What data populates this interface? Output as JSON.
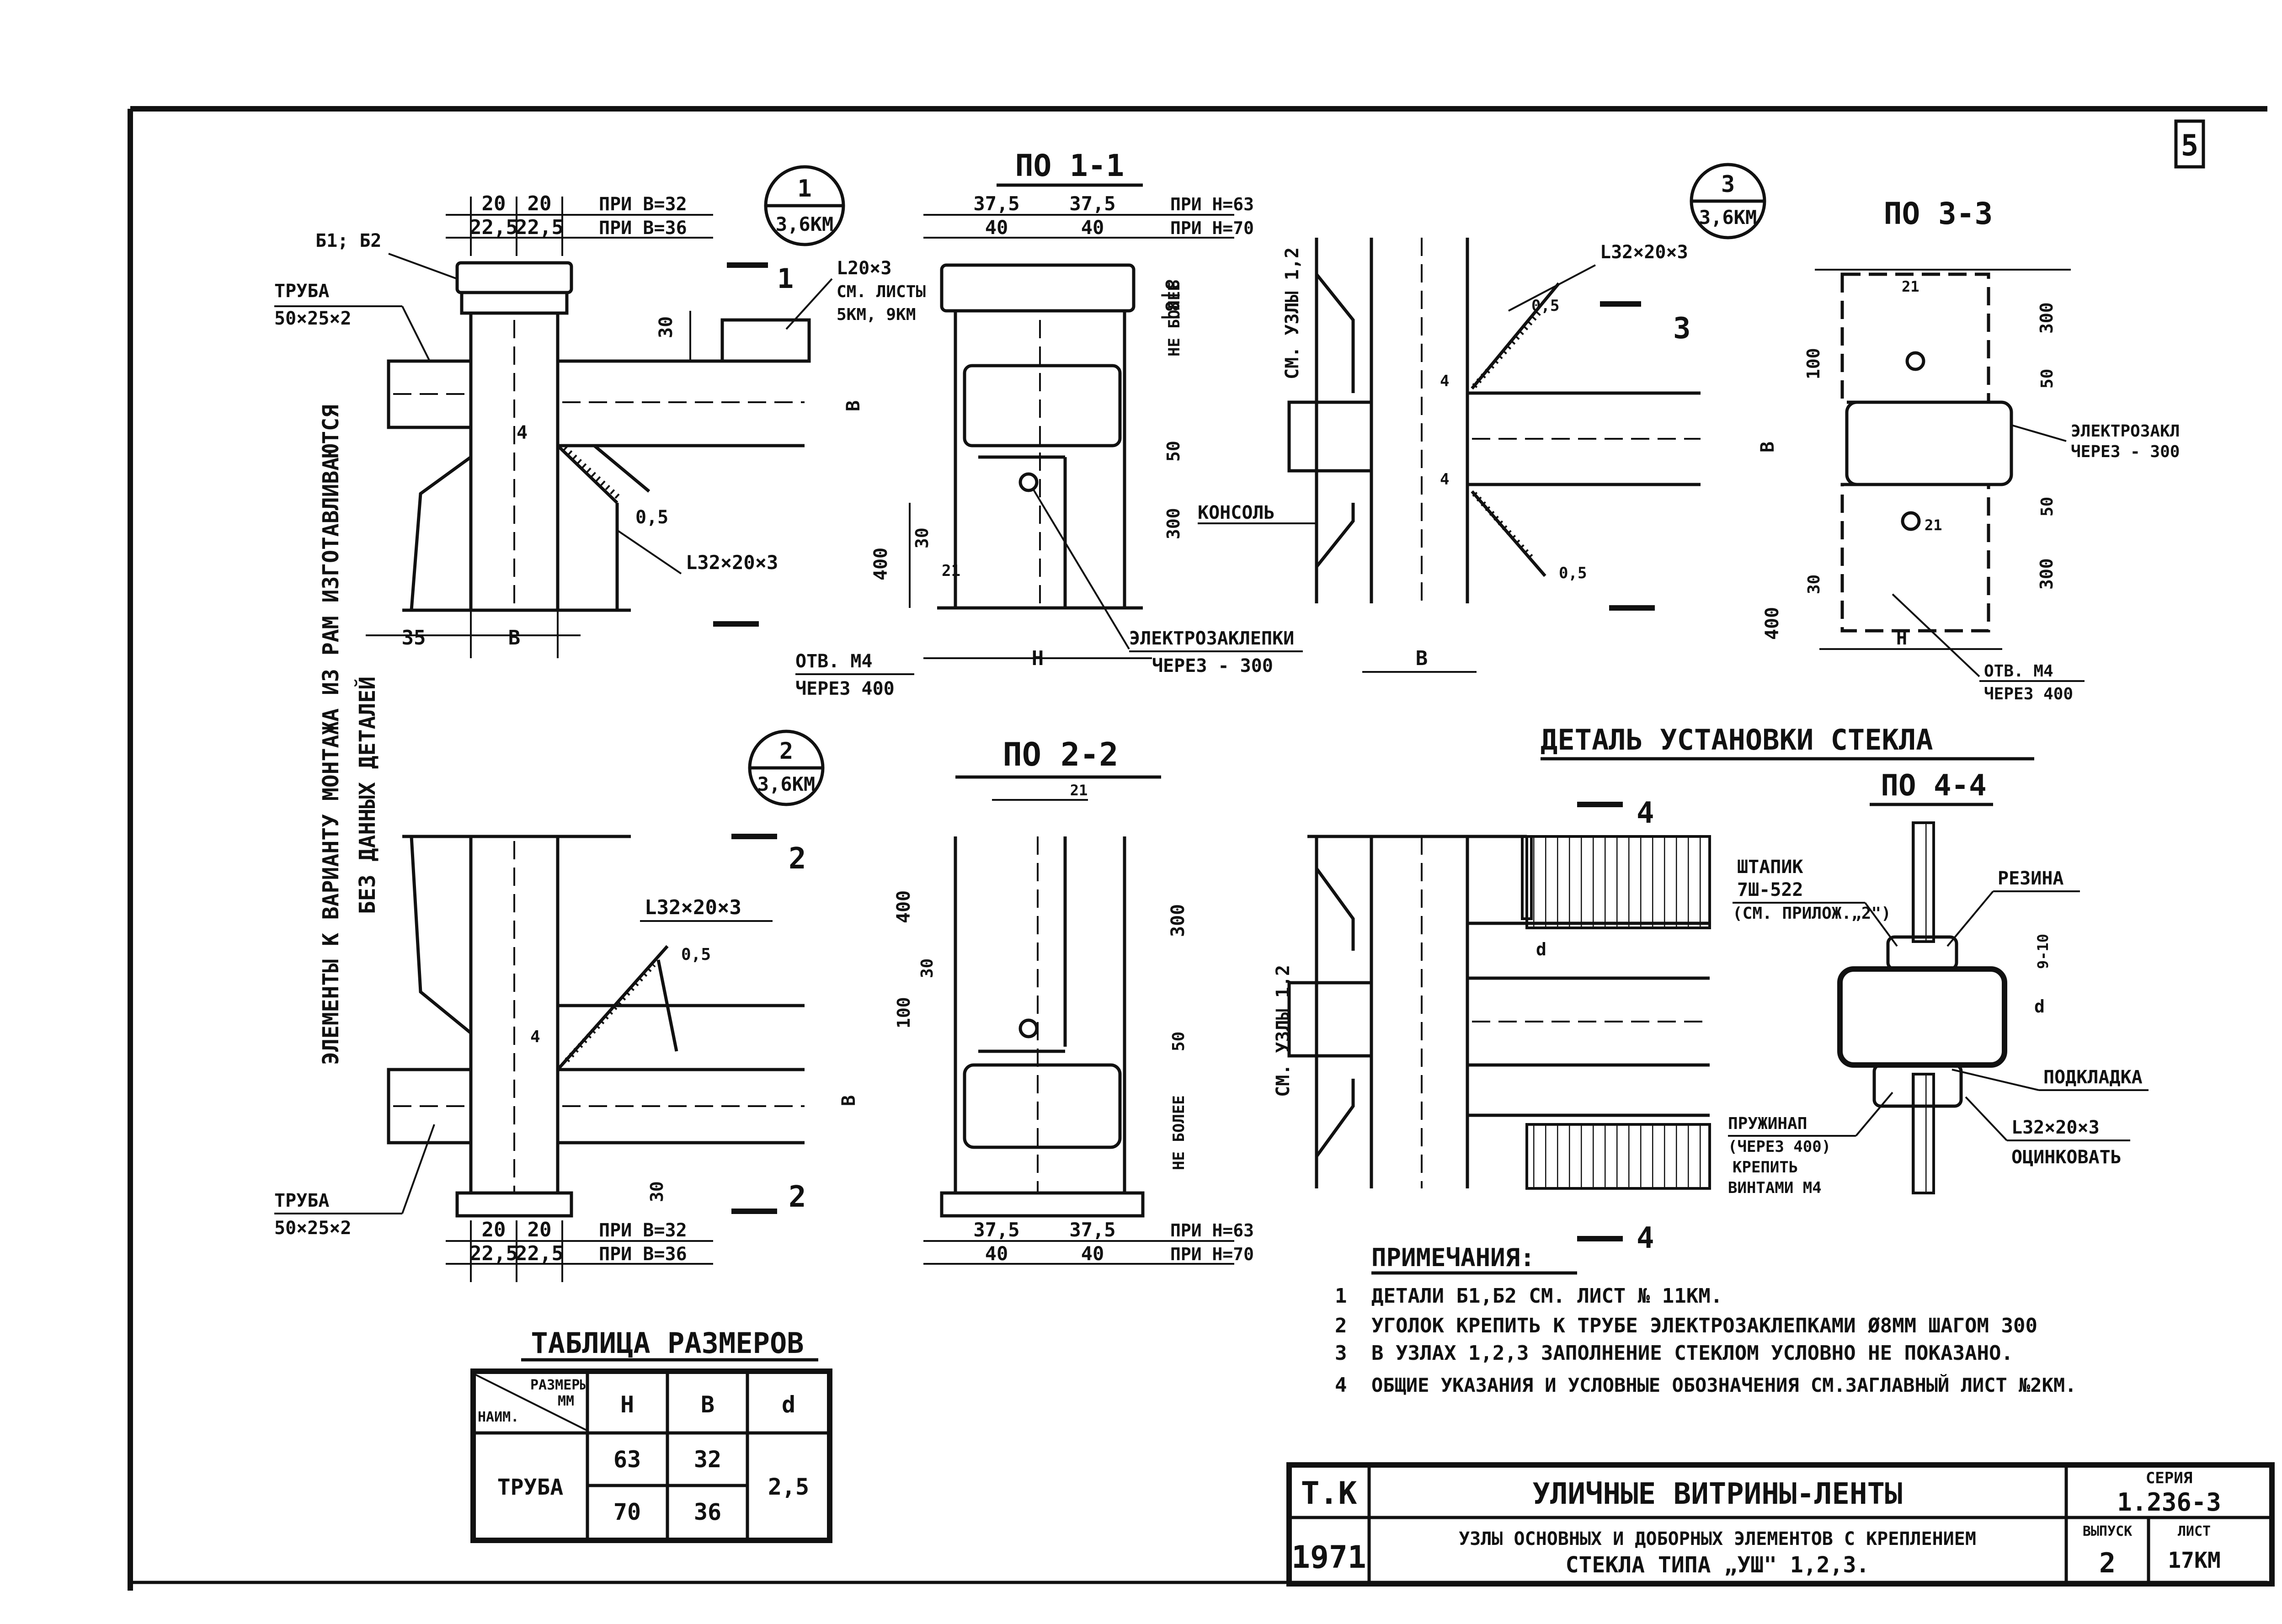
{
  "sheet": {
    "page_number": "5",
    "vertical_note": "ЭЛЕМЕНТЫ К ВАРИАНТУ МОНТАЖА ИЗ РАМ ИЗГОТАВЛИВАЮТСЯ",
    "vertical_note2": "БЕЗ ДАННЫХ ДЕТАЛЕЙ"
  },
  "node1": {
    "mark_num": "1",
    "mark_sheet": "3,6КМ",
    "dim_top_a": "20",
    "dim_top_b": "20",
    "dim_top_cond1": "ПРИ В=32",
    "dim_bot_a": "22,5",
    "dim_bot_b": "22,5",
    "dim_bot_cond1": "ПРИ В=36",
    "label_b1b2": "Б1; Б2",
    "pipe_label": "ТРУБА",
    "pipe_size": "50×25×2",
    "angle_top": "L20×3",
    "angle_top_ref1": "СМ. ЛИСТЫ",
    "angle_top_ref2": "5КМ, 9КМ",
    "dim_30": "30",
    "dim_b": "В",
    "weld_4": "4",
    "weld_05": "0,5",
    "angle_bottom": "L32×20×3",
    "dim_35": "35",
    "dim_b2": "В",
    "section_tag": "1"
  },
  "section11": {
    "title": "ПО 1-1",
    "dim_a1": "37,5",
    "dim_a2": "37,5",
    "dim_cond1": "ПРИ Н=63",
    "dim_b1": "40",
    "dim_b2": "40",
    "dim_cond2": "ПРИ Н=70",
    "dim_181": "8|8|",
    "dim_b": "В",
    "not_more": "НЕ БОЛЕЕ",
    "dim_50": "50",
    "dim_300": "300",
    "dim_30": "30",
    "dim_400": "400",
    "dim_21": "21",
    "dim_h": "Н",
    "hole_label": "ОТВ. М4",
    "hole_step": "ЧЕРЕЗ 400",
    "rivet_label": "ЭЛЕКТРОЗАКЛЕПКИ",
    "rivet_step": "ЧЕРЕЗ - 300"
  },
  "node3": {
    "mark_num": "3",
    "mark_sheet": "3,6КМ",
    "angle": "L32×20×3",
    "weld_05": "0,5",
    "see_nodes": "СМ. УЗЛЫ 1,2",
    "console": "КОНСОЛЬ",
    "weld_4": "4",
    "weld_4b": "4",
    "weld_05b": "0,5",
    "dim_b": "В",
    "section_tag": "3"
  },
  "section33": {
    "title": "ПО 3-3",
    "dim_21a": "21",
    "dim_21b": "21",
    "dim_300a": "300",
    "dim_100": "100",
    "dim_50a": "50",
    "dim_b": "В",
    "dim_50b": "50",
    "dim_30": "30",
    "dim_300b": "300",
    "dim_400": "400",
    "dim_h": "Н",
    "rivet_label": "ЭЛЕКТРОЗАКЛ",
    "rivet_step": "ЧЕРЕЗ - 300",
    "hole_label": "ОТВ. М4",
    "hole_step": "ЧЕРЕЗ 400"
  },
  "node2": {
    "mark_num": "2",
    "mark_sheet": "3,6КМ",
    "angle": "L32×20×3",
    "weld_05": "0,5",
    "weld_4": "4",
    "dim_b": "В",
    "dim_30": "30",
    "pipe_label": "ТРУБА",
    "pipe_size": "50×25×2",
    "dim_top_a": "20",
    "dim_top_b": "20",
    "dim_top_cond": "ПРИ В=32",
    "dim_bot_a": "22,5",
    "dim_bot_b": "22,5",
    "dim_bot_cond": "ПРИ В=36",
    "section_tag_top": "2",
    "section_tag_bot": "2"
  },
  "section22": {
    "title": "ПО 2-2",
    "dim_21": "21",
    "dim_400": "400",
    "dim_30": "30",
    "dim_100": "100",
    "dim_b": "В",
    "dim_300": "300",
    "dim_50": "50",
    "not_more": "НЕ БОЛЕЕ",
    "dim_a1": "37,5",
    "dim_a2": "37,5",
    "dim_cond1": "ПРИ Н=63",
    "dim_b1": "40",
    "dim_b2": "40",
    "dim_cond2": "ПРИ Н=70"
  },
  "glass_detail": {
    "heading": "ДЕТАЛЬ УСТАНОВКИ СТЕКЛА",
    "see_nodes": "СМ. УЗЛЫ 1,2",
    "tag_top": "4",
    "tag_bot": "4",
    "d_label": "d",
    "section_title": "ПО 4-4",
    "bead_label": "ШТАПИК",
    "bead_code": "7Ш-522",
    "bead_ref": "(СМ. ПРИЛОЖ.„2\")",
    "rubber": "РЕЗИНА",
    "dim_910": "9-10",
    "d_label2": "d",
    "packing": "ПОДКЛАДКА",
    "spring1": "ПРУЖИНАП",
    "spring2": "(ЧЕРЕЗ 400)",
    "spring3": "КРЕПИТЬ",
    "spring4": "ВИНТАМИ М4",
    "angle": "L32×20×3",
    "zinc": "ОЦИНКОВАТЬ"
  },
  "notes": {
    "title": "ПРИМЕЧАНИЯ:",
    "items": [
      {
        "n": "1",
        "text": "ДЕТАЛИ Б1,Б2 СМ. ЛИСТ № 11КМ."
      },
      {
        "n": "2",
        "text": "УГОЛОК КРЕПИТЬ К ТРУБЕ ЭЛЕКТРОЗАКЛЕПКАМИ Ø8ММ ШАГОМ 300"
      },
      {
        "n": "3",
        "text": "В УЗЛАХ 1,2,3 ЗАПОЛНЕНИЕ СТЕКЛОМ УСЛОВНО НЕ ПОКАЗАНО."
      },
      {
        "n": "4",
        "text": "ОБЩИЕ УКАЗАНИЯ И УСЛОВНЫЕ ОБОЗНАЧЕНИЯ СМ.ЗАГЛАВНЫЙ ЛИСТ №2КМ."
      }
    ]
  },
  "table": {
    "title": "ТАБЛИЦА РАЗМЕРОВ",
    "corner_top": "РАЗМЕРЫ",
    "corner_mid": "ММ",
    "corner_bot": "НАИМ.",
    "col_h": "Н",
    "col_b": "В",
    "col_d": "d",
    "row_name": "ТРУБА",
    "h_values": [
      "63",
      "70"
    ],
    "b_values": [
      "32",
      "36"
    ],
    "d_value": "2,5"
  },
  "stamp": {
    "tk": "Т.К",
    "year": "1971",
    "title": "УЛИЧНЫЕ ВИТРИНЫ-ЛЕНТЫ",
    "subtitle1": "УЗЛЫ ОСНОВНЫХ И ДОБОРНЫХ ЭЛЕМЕНТОВ С КРЕПЛЕНИЕМ",
    "subtitle2": "СТЕКЛА ТИПА „УШ\" 1,2,3.",
    "series_label": "СЕРИЯ",
    "series_value": "1.236-3",
    "issue_label": "ВЫПУСК",
    "issue_value": "2",
    "sheet_label": "ЛИСТ",
    "sheet_value": "17КМ"
  }
}
